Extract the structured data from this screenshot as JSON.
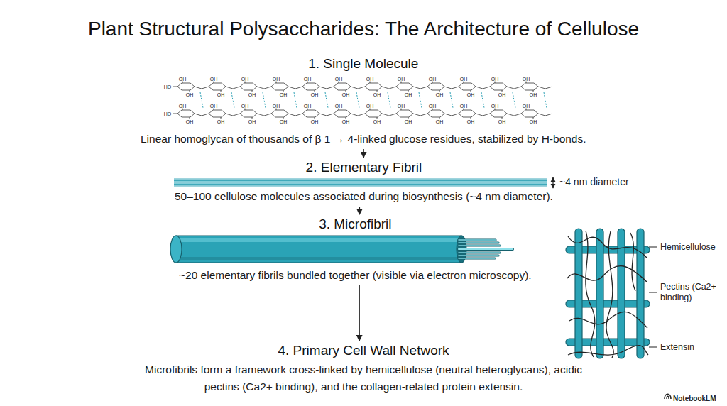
{
  "diagram": {
    "title": "Plant Structural Polysaccharides: The Architecture of Cellulose",
    "nodes": [
      {
        "text": [
          "1. Single Molecule",
          "Linear homoglycan of thousands of β 1 → 4-linked glucose residues, stabilized by H-bonds."
        ]
      },
      {
        "text": [
          "2. Elementary Fibril",
          "50–100 cellulose molecules associated during biosynthesis (~4 nm diameter)."
        ]
      },
      {
        "text": [
          "3. Microfibril",
          "~20 elementary fibrils bundled together (visible via electron microscopy)."
        ]
      },
      {
        "text": [
          "4. Primary Cell Wall Network",
          "Microfibrils form a framework cross-linked by hemicellulose (neutral heteroglycans), acidic pectins (Ca2+ binding), and the collagen-related protein extensin."
        ]
      }
    ],
    "edges": [
      {
        "from": 0,
        "to": 1,
        "arrow": "to"
      },
      {
        "from": 1,
        "to": 2,
        "arrow": "to"
      },
      {
        "from": 2,
        "to": 3,
        "arrow": "to"
      }
    ],
    "labels": [
      "~4 nm diameter",
      "Hemicellulose",
      "Pectins (Ca2+ binding)",
      "Extensin",
      "NotebookLM",
      "HO",
      "OH",
      "OH",
      "OH",
      "OH",
      "OH",
      "OH",
      "OH",
      "OH",
      "OH",
      "OH",
      "OH",
      "OH",
      "OH",
      "OH",
      "OH",
      "OH",
      "OH",
      "OH",
      "OH",
      "OH",
      "OH",
      "OH",
      "OH",
      "OH",
      "HO",
      "OH",
      "OH",
      "OH",
      "OH",
      "OH",
      "OH",
      "OH",
      "OH",
      "OH",
      "OH",
      "OH",
      "OH",
      "OH",
      "OH",
      "OH",
      "OH",
      "OH",
      "OH",
      "OH",
      "OH",
      "OH",
      "OH",
      "OH",
      "OH"
    ]
  }
}
